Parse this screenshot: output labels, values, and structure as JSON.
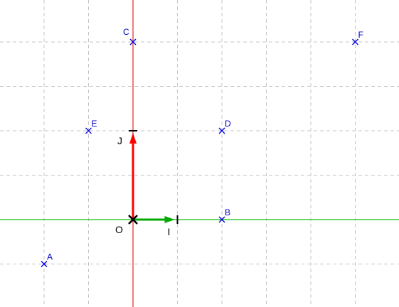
{
  "diagram": {
    "x_range": [
      -3,
      6
    ],
    "y_range": [
      -2,
      5
    ],
    "grid": true,
    "colors": {
      "grid": "#c4c4c4",
      "x_axis": "#33cc33",
      "y_axis": "#ee4444",
      "vector_i": "#00aa00",
      "vector_j": "#ff0000",
      "points": "#0000dd",
      "origin_mark": "#000000"
    },
    "origin": {
      "label": "O",
      "x": 0,
      "y": 0
    },
    "unit_i": {
      "label": "I",
      "x": 1,
      "y": 0
    },
    "unit_j": {
      "label": "J",
      "x": 0,
      "y": 2
    },
    "points": [
      {
        "label": "A",
        "x": -2,
        "y": -1
      },
      {
        "label": "B",
        "x": 2,
        "y": 0
      },
      {
        "label": "C",
        "x": 0,
        "y": 4
      },
      {
        "label": "D",
        "x": 2,
        "y": 2
      },
      {
        "label": "E",
        "x": -1,
        "y": 2
      },
      {
        "label": "F",
        "x": 5,
        "y": 4
      }
    ]
  }
}
